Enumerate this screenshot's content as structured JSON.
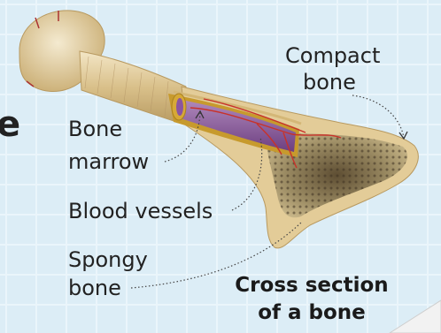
{
  "labels": {
    "compact_bone": [
      "Compact",
      "bone"
    ],
    "bone_marrow": [
      "Bone",
      "marrow"
    ],
    "blood_vessels": "Blood vessels",
    "spongy_bone": [
      "Spongy",
      "bone"
    ]
  },
  "caption": [
    "Cross section",
    "of a bone"
  ],
  "edge_text": "e",
  "colors": {
    "background": "#dcedf6",
    "bone": "#e6d2a4",
    "marrow": "#8f5aa0",
    "spongy": "#8a7a55",
    "vessel": "#c8322a"
  }
}
